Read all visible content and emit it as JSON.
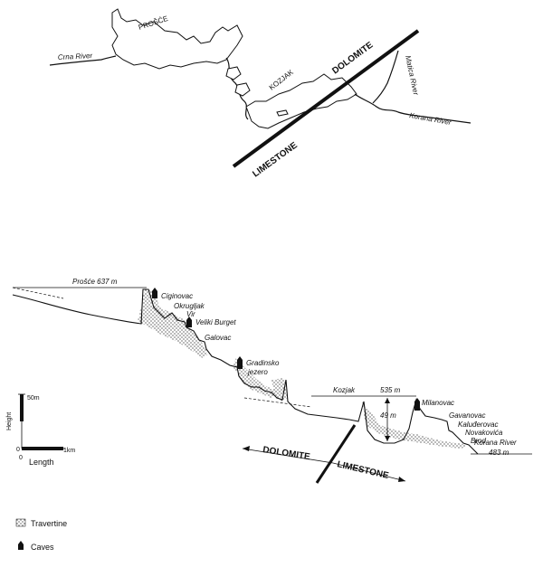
{
  "map": {
    "lake_prosce": "PROŠĆE",
    "lake_kozjak": "KOZJAK",
    "crna_river": "Crna River",
    "matica_river": "Matica River",
    "korana_river": "Korana River",
    "rock_dolomite": "DOLOMITE",
    "rock_limestone": "LIMESTONE"
  },
  "profile": {
    "prosce_level": "Prošće 637 m",
    "kozjak_level": "Kozjak",
    "kozjak_height": "535 m",
    "drop_height": "49 m",
    "korana_level": "Korana River",
    "korana_height": "483 m",
    "lakes": [
      "Ciginovac",
      "Okrugljak",
      "Vir",
      "Veliki Burget",
      "Galovac",
      "Gradinsko",
      "jezero",
      "Milanovac",
      "Gavanovac",
      "Kaluđerovac",
      "Novakovića",
      "Brod"
    ],
    "rock_dolomite": "DOLOMITE",
    "rock_limestone": "LIMESTONE"
  },
  "scale": {
    "height_top": "50m",
    "height_zero": "0",
    "height_label": "Height",
    "length_label": "Length",
    "length_zero": "0",
    "length_end": "1km"
  },
  "legend": {
    "travertine": "Travertine",
    "caves": "Caves"
  }
}
